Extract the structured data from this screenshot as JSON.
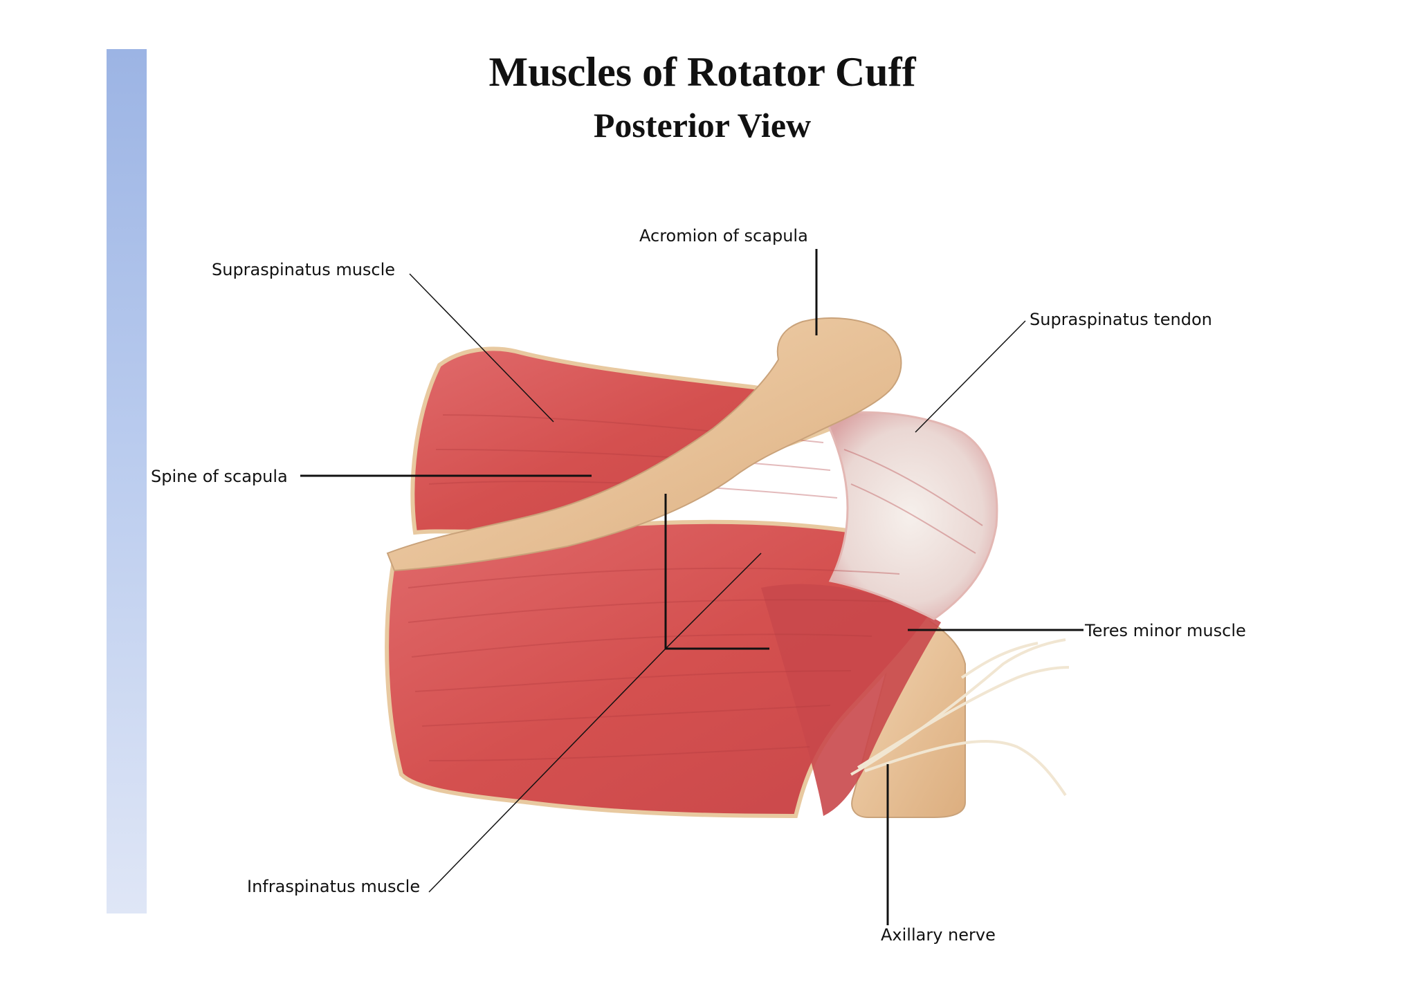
{
  "slide": {
    "accent_bar_color": "#a3b9e6",
    "title": "Muscles of Rotator Cuff",
    "subtitle": "Posterior View"
  },
  "labels": {
    "acromion": "Acromion of scapula",
    "supraspinatus_muscle": "Supraspinatus muscle",
    "supraspinatus_tendon": "Supraspinatus tendon",
    "spine_of_scapula": "Spine of scapula",
    "teres_minor": "Teres minor muscle",
    "infraspinatus": "Infraspinatus muscle",
    "axillary_nerve": "Axillary nerve"
  },
  "colors": {
    "muscle": "#d9585a",
    "muscle_dark": "#b83c40",
    "bone": "#e9c49a",
    "tendon": "#f1e8e2",
    "nerve": "#f3ead8"
  }
}
